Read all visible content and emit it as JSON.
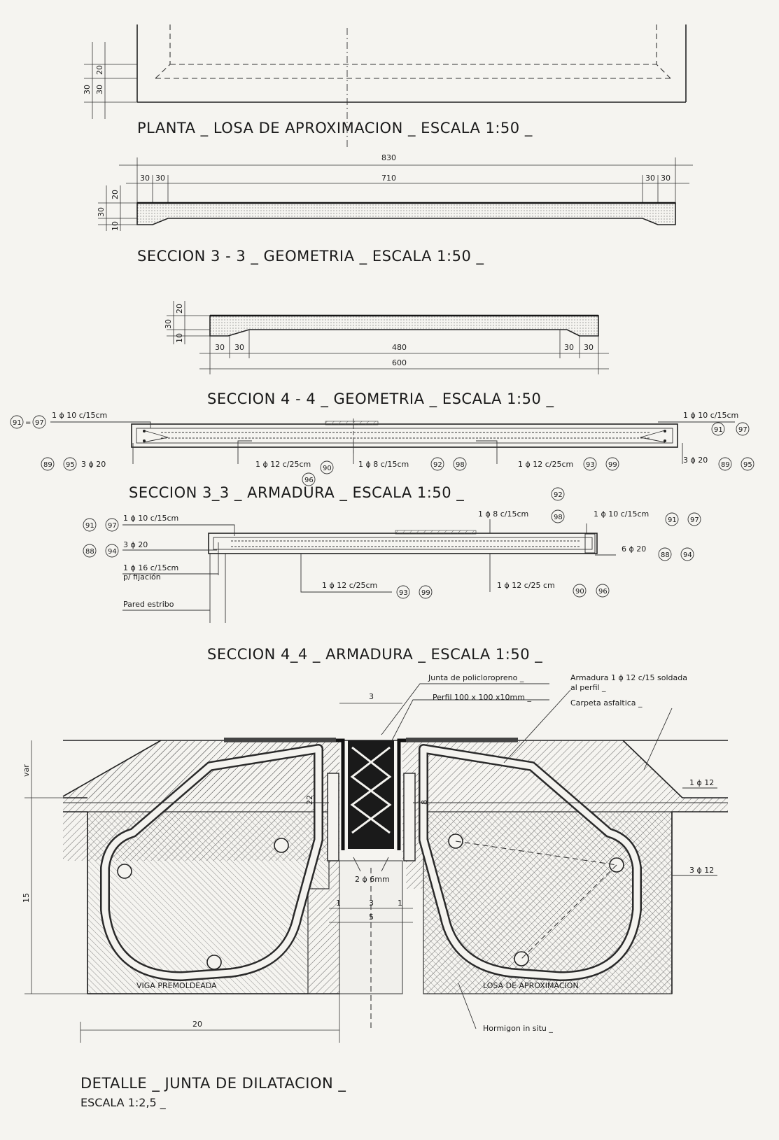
{
  "titles": {
    "planta": "PLANTA _ LOSA DE APROXIMACION _ ESCALA 1:50 _",
    "sec33_geo": "SECCION 3 - 3 _ GEOMETRIA _ ESCALA 1:50 _",
    "sec44_geo": "SECCION 4 - 4 _ GEOMETRIA _ ESCALA 1:50 _",
    "sec33_arm": "SECCION 3_3 _ ARMADURA _ ESCALA 1:50 _",
    "sec44_arm": "SECCION 4_4 _ ARMADURA _ ESCALA 1:50 _",
    "detalle": "DETALLE _ JUNTA DE DILATACION _",
    "detalle_escala": "ESCALA 1:2,5 _"
  },
  "planta": {
    "dim_a": "30",
    "dim_b": "20"
  },
  "sec33_geo": {
    "total": "830",
    "inner": "710",
    "left_a": "30",
    "left_b": "30",
    "right_a": "30",
    "right_b": "30",
    "h_top": "20",
    "h_total": "30",
    "h_bottom": "10"
  },
  "sec44_geo": {
    "total": "600",
    "inner": "480",
    "left_a": "30",
    "left_b": "30",
    "right_a": "30",
    "right_b": "30",
    "h_top": "20",
    "h_total": "30",
    "h_bottom": "10"
  },
  "sec33_arm": {
    "top_left": "1 ϕ 10 c/15cm",
    "top_left_tags": [
      "91",
      "97"
    ],
    "top_right": "1 ϕ 10 c/15cm",
    "top_right_tags": [
      "91",
      "97"
    ],
    "bot_left": "3 ϕ 20",
    "bot_left_tags": [
      "89",
      "95"
    ],
    "bot_right": "3 ϕ 20",
    "bot_right_tags": [
      "89",
      "95"
    ],
    "mid1": "1 ϕ 12 c/25cm",
    "mid1_tags": [
      "90",
      "96"
    ],
    "mid2": "1 ϕ 8 c/15cm",
    "mid2_tags": [
      "92",
      "98"
    ],
    "mid3": "1 ϕ 12 c/25cm",
    "mid3_tags": [
      "93",
      "99"
    ]
  },
  "sec44_arm": {
    "top_left": "1 ϕ 10 c/15cm",
    "top_left_tags": [
      "91",
      "97"
    ],
    "left2": "3 ϕ 20",
    "left2_tags": [
      "88",
      "94"
    ],
    "left3": "1 ϕ 16 c/15cm",
    "left3b": "p/ fijación",
    "pared": "Pared estribo",
    "top_mid": "1 ϕ 8 c/15cm",
    "top_mid_tags": [
      "92",
      "98"
    ],
    "top_right": "1 ϕ 10 c/15cm",
    "top_right_tags": [
      "91",
      "97"
    ],
    "right2": "6 ϕ 20",
    "right2_tags": [
      "88",
      "94"
    ],
    "bot1": "1 ϕ 12 c/25cm",
    "bot1_tags": [
      "93",
      "99"
    ],
    "bot2": "1 ϕ 12 c/25 cm",
    "bot2_tags": [
      "90",
      "96"
    ]
  },
  "detalle": {
    "junta": "Junta de policloropreno _",
    "perfil": "Perfil 100 x 100 x10mm _",
    "armadura": "Armadura 1 ϕ 12 c/15 soldada",
    "armadura2": "al perfil _",
    "carpeta": "Carpeta asfaltica _",
    "r1": "1 ϕ 12",
    "r2": "3 ϕ 12",
    "viga": "VIGA PREMOLDEADA",
    "losa": "LOSA DE APROXIMACION",
    "horm": "Hormigon in situ _",
    "bolts": "2 ϕ 6mm",
    "d_top": "3",
    "d_1a": "1",
    "d_3": "3",
    "d_1b": "1",
    "d_5": "5",
    "d_20": "20",
    "d_15": "15",
    "d_var": "var",
    "d_22": "22",
    "d_8": "8"
  }
}
